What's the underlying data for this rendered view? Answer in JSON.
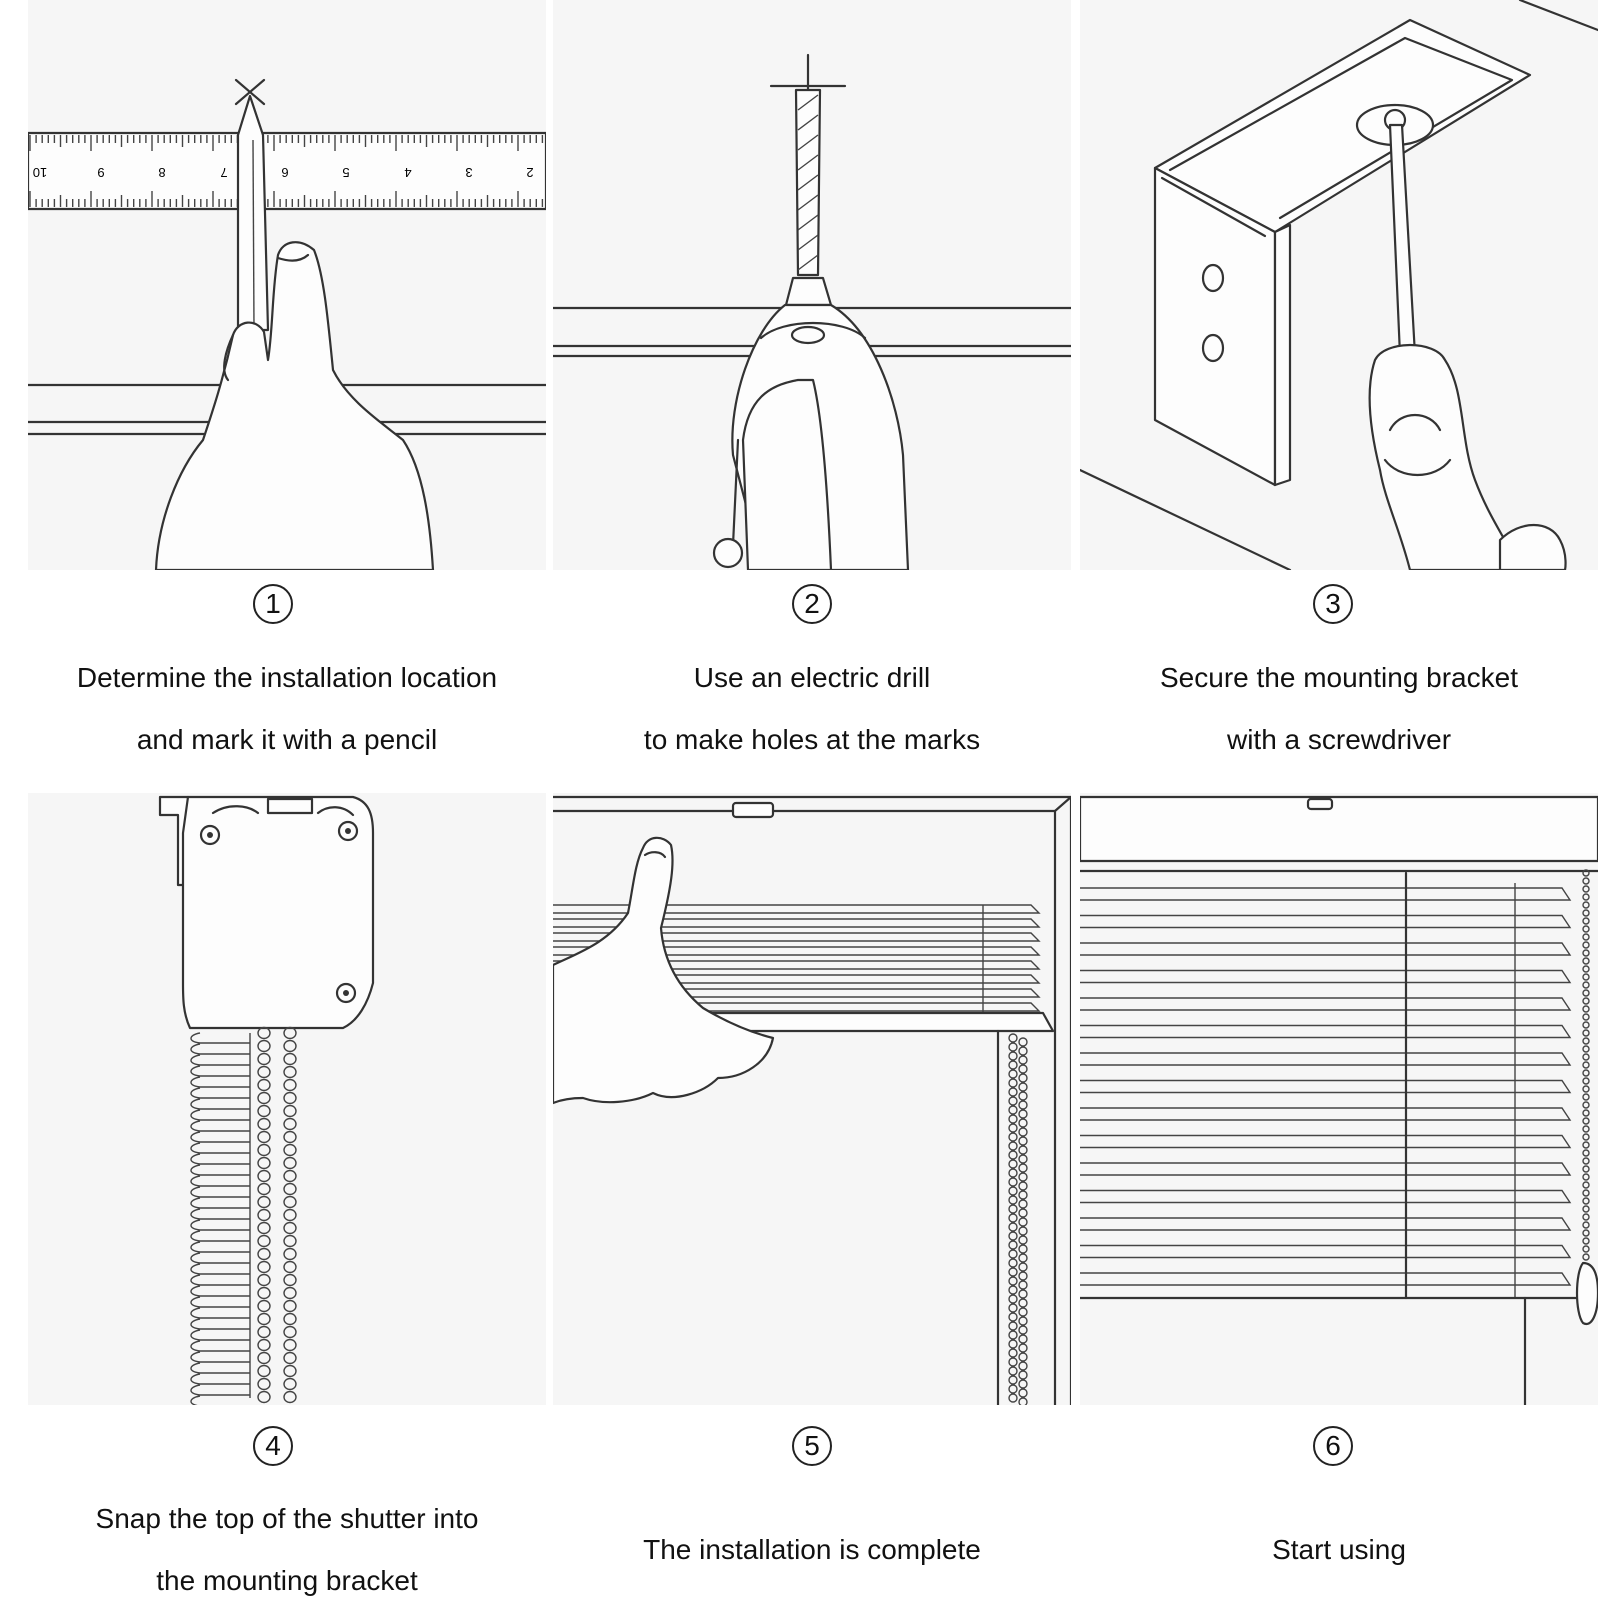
{
  "steps": [
    {
      "number": "1",
      "line1": "Determine the installation location",
      "line2": "and mark it with a pencil"
    },
    {
      "number": "2",
      "line1": "Use an electric drill",
      "line2": "to make holes at the marks"
    },
    {
      "number": "3",
      "line1": "Secure the mounting bracket",
      "line2": "with a screwdriver"
    },
    {
      "number": "4",
      "line1": "Snap the top of the shutter into",
      "line2": "the mounting bracket"
    },
    {
      "number": "5",
      "line1": "The installation is complete"
    },
    {
      "number": "6",
      "line1": "Start using"
    }
  ],
  "ruler_labels": [
    "10",
    "9",
    "8",
    "7",
    "6",
    "5",
    "4",
    "3",
    "2"
  ]
}
